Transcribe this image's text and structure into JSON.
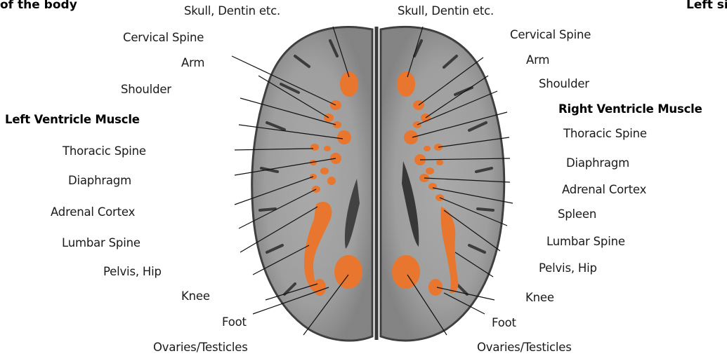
{
  "header": {
    "left": "of the body",
    "right": "Left side"
  },
  "labels": {
    "left": {
      "skull": "Skull, Dentin etc.",
      "cervical_spine": "Cervical Spine",
      "arm": "Arm",
      "shoulder": "Shoulder",
      "ventricle_muscle": "Left Ventricle Muscle",
      "thoracic_spine": "Thoracic Spine",
      "diaphragm": "Diaphragm",
      "adrenal_cortex": "Adrenal Cortex",
      "lumbar_spine": "Lumbar Spine",
      "pelvis_hip": "Pelvis, Hip",
      "knee": "Knee",
      "foot": "Foot",
      "ovaries_testicles": "Ovaries/Testicles"
    },
    "right": {
      "skull": "Skull, Dentin etc.",
      "cervical_spine": "Cervical Spine",
      "arm": "Arm",
      "shoulder": "Shoulder",
      "ventricle_muscle": "Right Ventricle Muscle",
      "thoracic_spine": "Thoracic Spine",
      "diaphragm": "Diaphragm",
      "adrenal_cortex": "Adrenal Cortex",
      "spleen": "Spleen",
      "lumbar_spine": "Lumbar Spine",
      "pelvis_hip": "Pelvis, Hip",
      "knee": "Knee",
      "foot": "Foot",
      "ovaries_testicles": "Ovaries/Testicles"
    }
  },
  "colors": {
    "highlight": "#e8762e",
    "scan_tissue": "#9a9a9a",
    "scan_dark": "#2b2b2b",
    "leader_line": "#111111"
  }
}
